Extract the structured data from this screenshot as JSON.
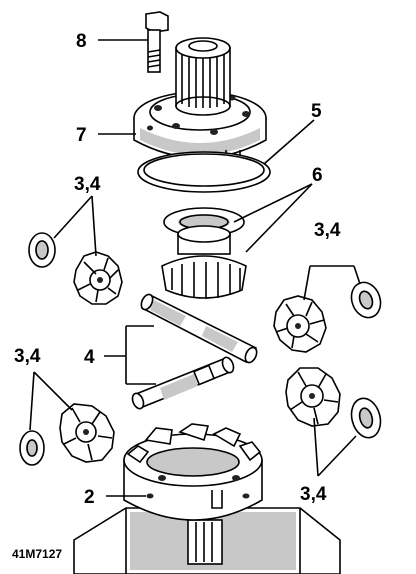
{
  "figure": {
    "reference": "41M7127"
  },
  "callouts": {
    "bolt": "8",
    "upper_case": "7",
    "shim_ring": "5",
    "side_gear_upper": "6",
    "left_pinion": "3,4",
    "right_pinion": "3,4",
    "cross_shafts": "4",
    "lower_left_pinion": "3,4",
    "lower_right_pinion": "3,4",
    "lower_case": "2"
  }
}
